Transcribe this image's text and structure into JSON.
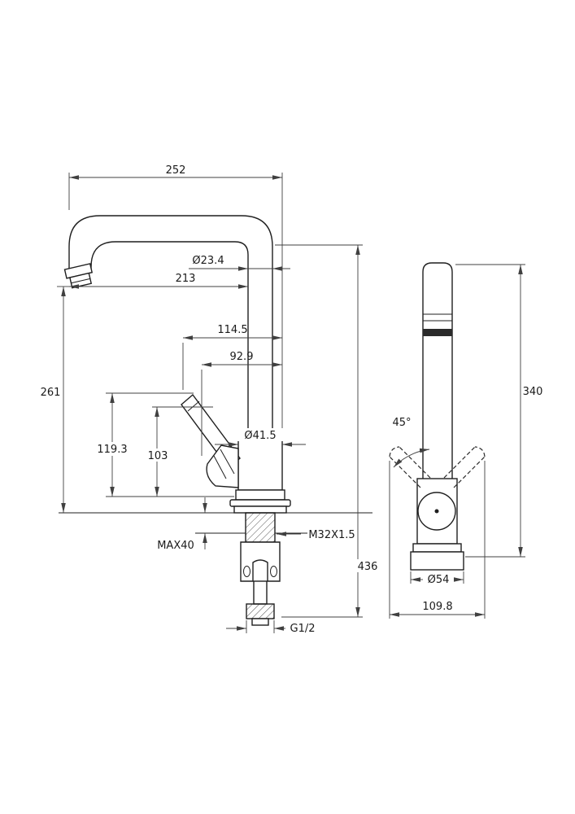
{
  "dims": {
    "spout_reach": "252",
    "spout_tube_diameter": "Ø23.4",
    "spout_projection": "213",
    "handle_reach": "114.5",
    "handle_offset": "92.9",
    "height_above_deck": "261",
    "handle_tip_height": "119.3",
    "handle_base_height": "103",
    "body_diameter": "Ø41.5",
    "max_deck_thickness": "MAX40",
    "shank_thread": "M32X1.5",
    "overall_height": "436",
    "inlet_thread": "G1/2",
    "side_height": "340",
    "handle_swivel_angle": "45°",
    "base_diameter": "Ø54",
    "base_width": "109.8"
  },
  "colors": {
    "line": "#1f1f1f",
    "dimension": "#404040",
    "background": "#ffffff"
  }
}
